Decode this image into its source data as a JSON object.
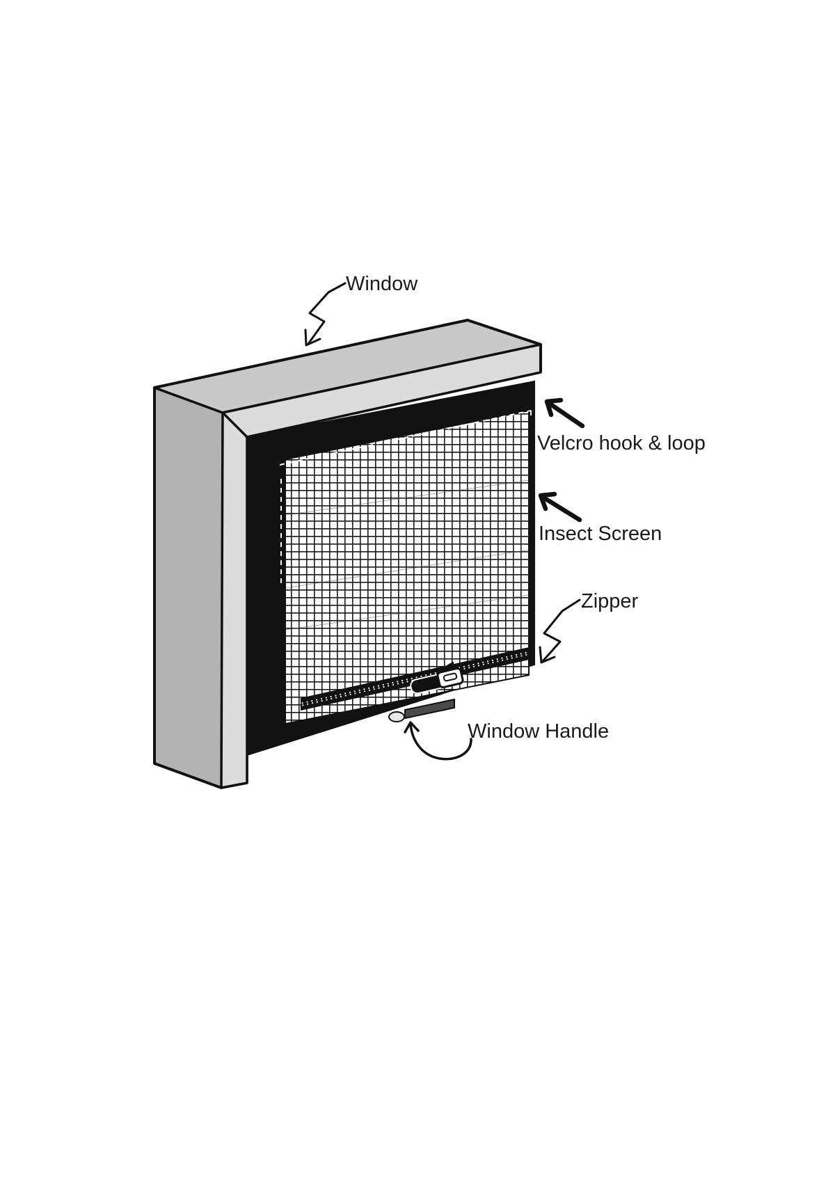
{
  "labels": {
    "window": "Window",
    "velcro": "Velcro hook & loop",
    "insect_screen": "Insect Screen",
    "zipper": "Zipper",
    "window_handle": "Window Handle"
  },
  "colors": {
    "frame_side": "#b3b3b3",
    "frame_front": "#d9d9d9",
    "recess": "#111111",
    "mesh_bg": "#ffffff",
    "mesh_line": "#1a1a1a",
    "outline": "#111111"
  },
  "icons": {
    "pointer_arrow": "arrow-icon",
    "zigzag_pointer": "zigzag-arrow-icon",
    "curved_pointer": "curved-arrow-icon"
  }
}
